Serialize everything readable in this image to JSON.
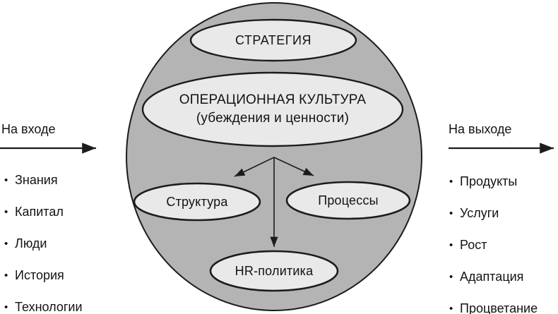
{
  "diagram": {
    "strategy_label": "СТРАТЕГИЯ",
    "culture_line1": "ОПЕРАЦИОННАЯ КУЛЬТУРА",
    "culture_line2": "(убеждения и ценности)",
    "structure_label": "Структура",
    "processes_label": "Процессы",
    "hr_policy_label": "HR-политика"
  },
  "input_panel": {
    "title": "На входе",
    "bullet": "•",
    "items": [
      "Знания",
      "Капитал",
      "Люди",
      "История",
      "Технологии"
    ]
  },
  "output_panel": {
    "title": "На выходе",
    "bullet": "•",
    "items": [
      "Продукты",
      "Услуги",
      "Рост",
      "Адаптация",
      "Процветание"
    ]
  },
  "colors": {
    "outer_circle_fill": "#b4b4b4",
    "node_fill": "#e9e9e9",
    "stroke": "#1c1c1c"
  }
}
